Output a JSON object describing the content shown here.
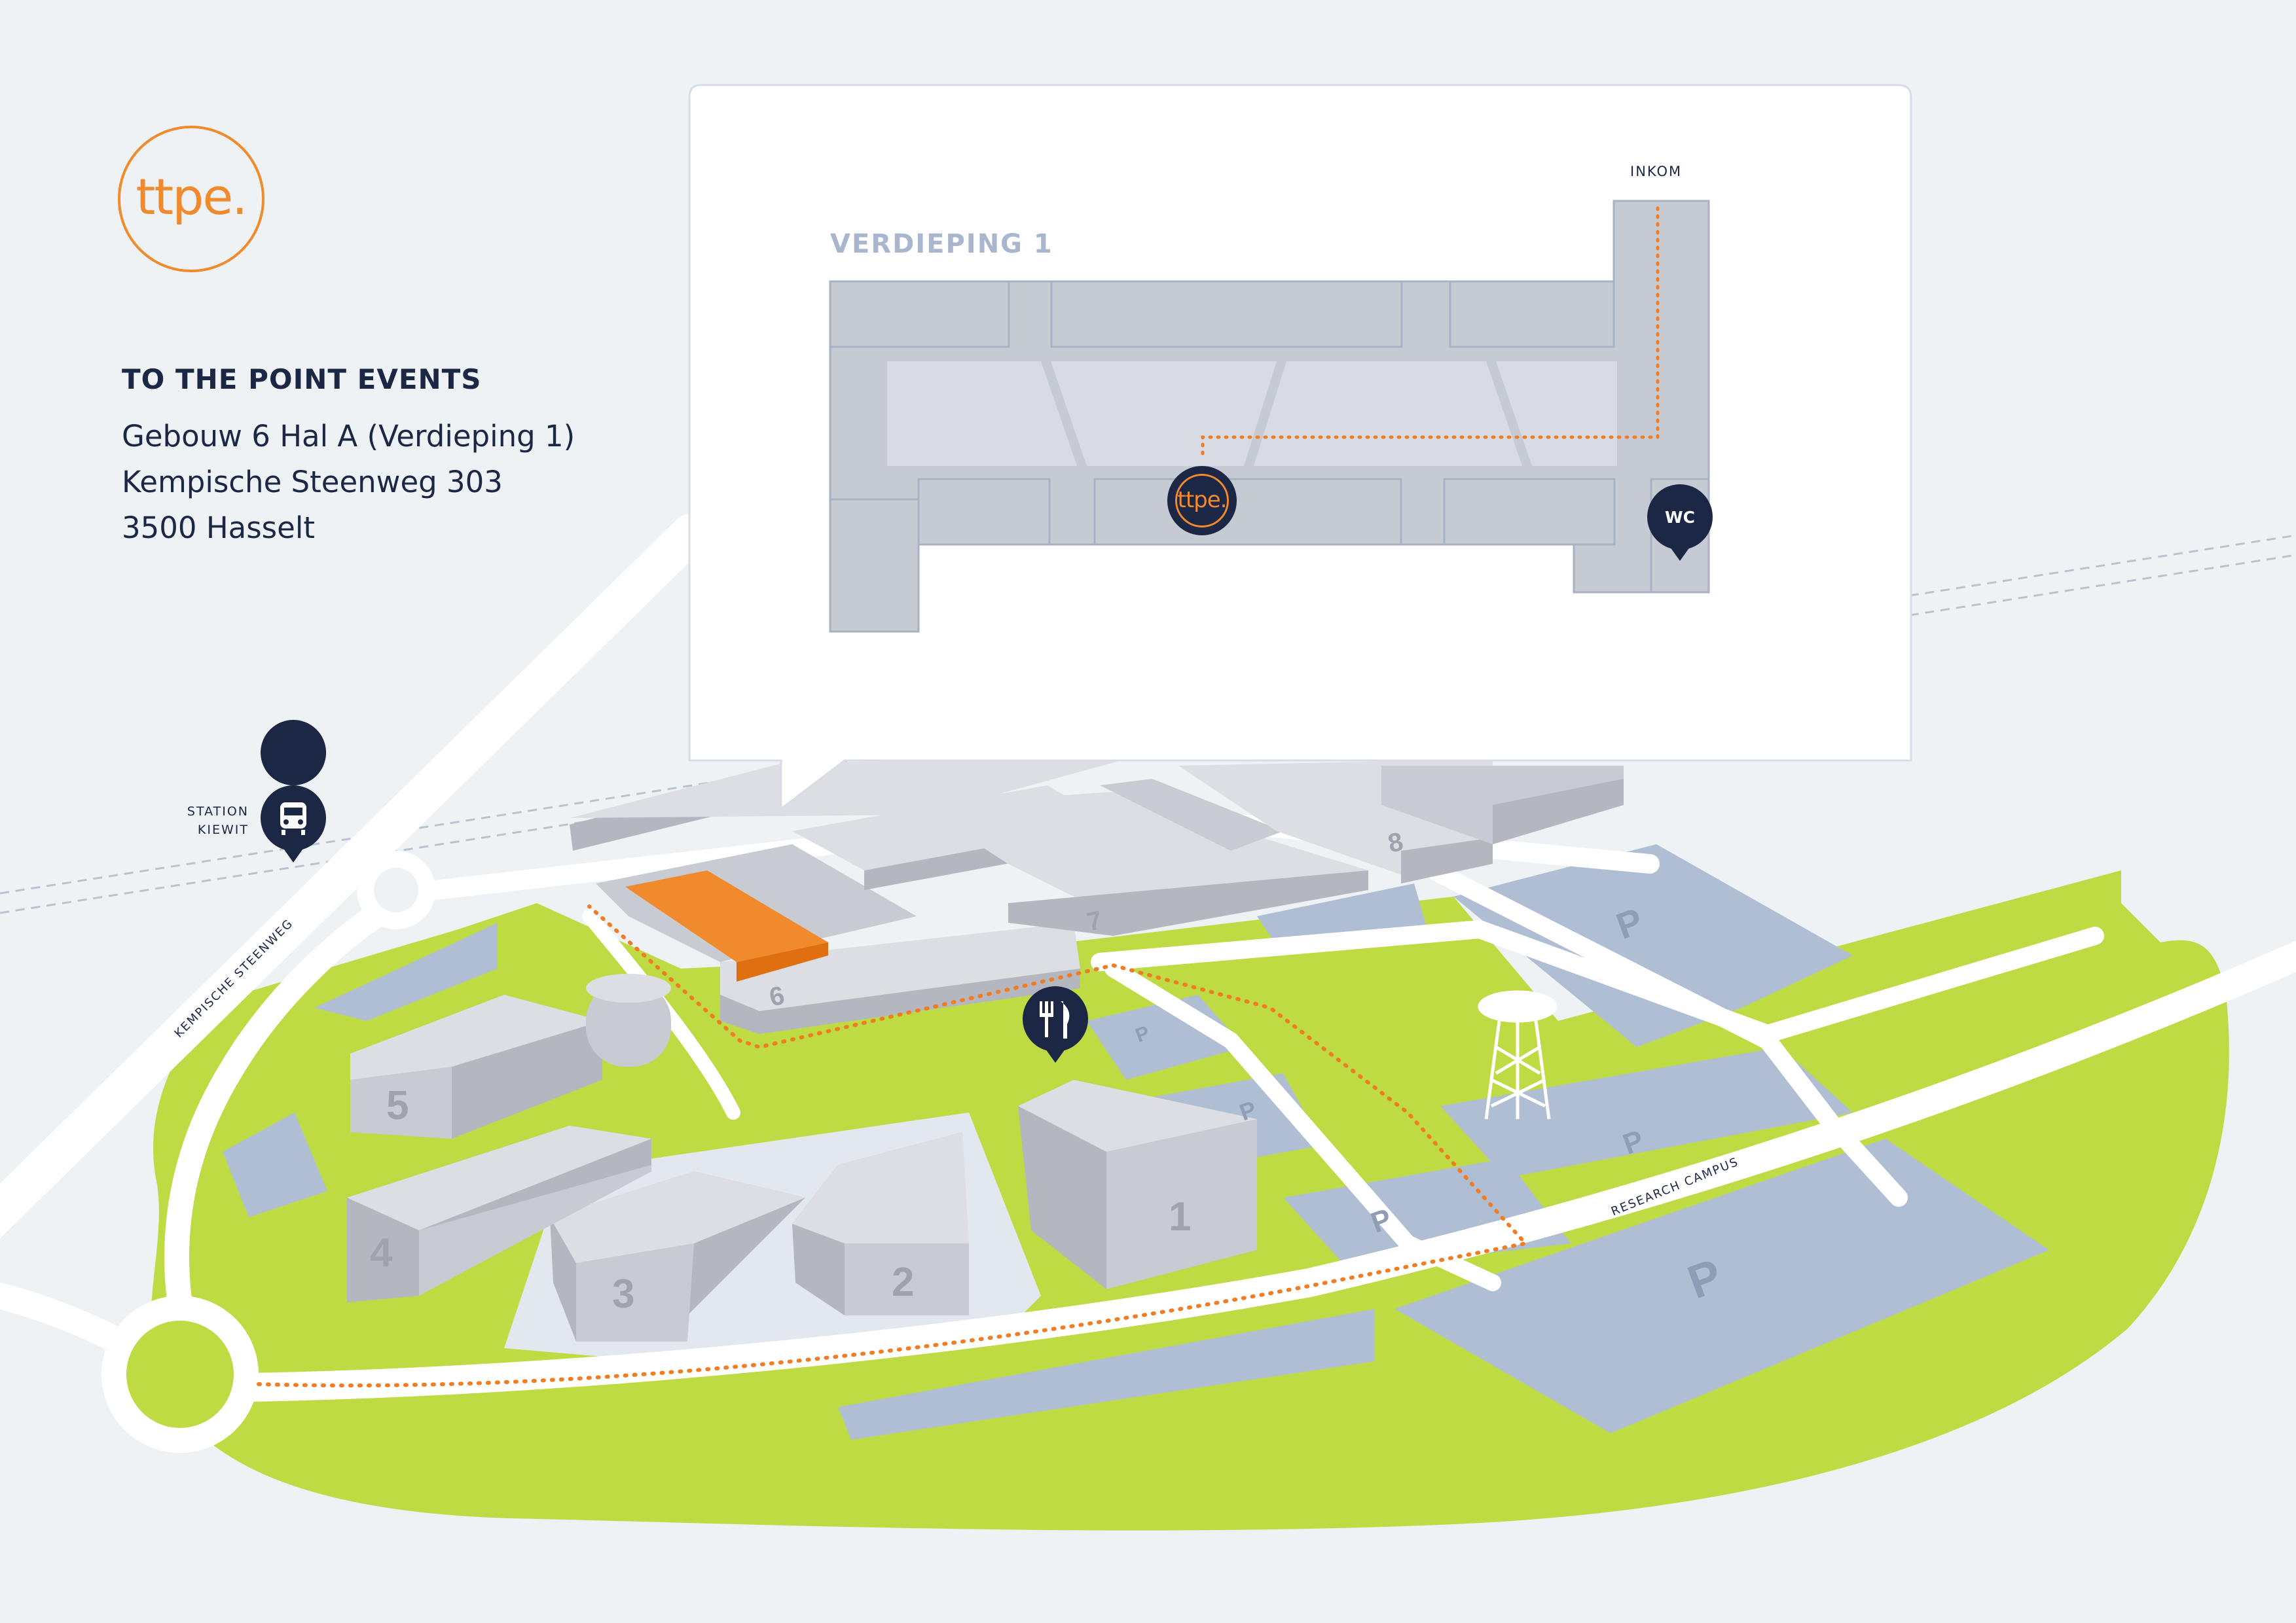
{
  "brand": {
    "logo_text": "ttpe.",
    "accent": "#f08a2c",
    "navy": "#1c2645"
  },
  "address": {
    "company": "TO THE POINT EVENTS",
    "line1": "Gebouw 6 Hal A (Verdieping 1)",
    "line2": "Kempische Steenweg 303",
    "line3": "3500 Hasselt"
  },
  "inset": {
    "floor_title": "VERDIEPING 1",
    "entrance_label": "INKOM",
    "logo_text": "ttpe.",
    "toilet_label": "WC"
  },
  "map": {
    "station_label_line1": "STATION",
    "station_label_line2": "KIEWIT",
    "road_kempische": "KEMPISCHE STEENWEG",
    "road_research": "RESEARCH CAMPUS",
    "parking_label": "P",
    "buildings": [
      "1",
      "2",
      "3",
      "4",
      "5",
      "6",
      "7",
      "8"
    ],
    "colors": {
      "grass": "#bedb44",
      "parking": "#b0bed4",
      "building": "#c9cbd2",
      "road": "#ffffff",
      "route": "#f07d24",
      "highlight": "#f08a2c"
    },
    "icons": {
      "station": "train-icon",
      "restaurant": "fork-knife-icon",
      "toilet": "wc-pin-icon",
      "tower": "water-tower-icon"
    }
  }
}
